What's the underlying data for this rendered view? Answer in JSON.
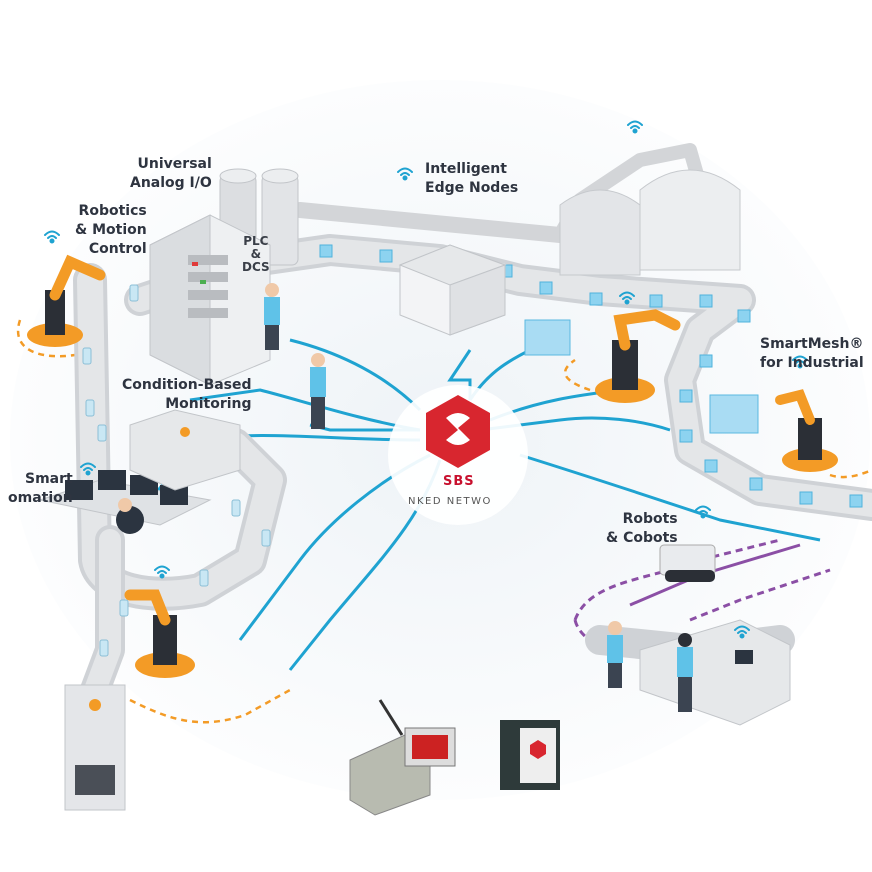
{
  "labels": {
    "analog_io": [
      "Universal",
      "Analog I/O"
    ],
    "edge_nodes": [
      "Intelligent",
      "Edge Nodes"
    ],
    "robotics": [
      "Robotics",
      "& Motion",
      "Control"
    ],
    "plc": [
      "PLC",
      "&",
      "DCS"
    ],
    "smartmesh": [
      "SmartMesh®",
      "for Industrial"
    ],
    "condition": [
      "Condition-Based",
      "Monitoring"
    ],
    "automation": [
      "Smart",
      "omation"
    ],
    "robots": [
      "Robots",
      "& Cobots"
    ]
  },
  "hub": {
    "brand": "SBS",
    "tagline": "NKED NETWO"
  },
  "colors": {
    "network_line": "#1fa3d1",
    "orange": "#f39b26",
    "hub_red": "#d8262f",
    "purple_dash": "#8b4fa5",
    "cube_blue": "#8dd3f0",
    "conveyor": "#d8dadd"
  }
}
